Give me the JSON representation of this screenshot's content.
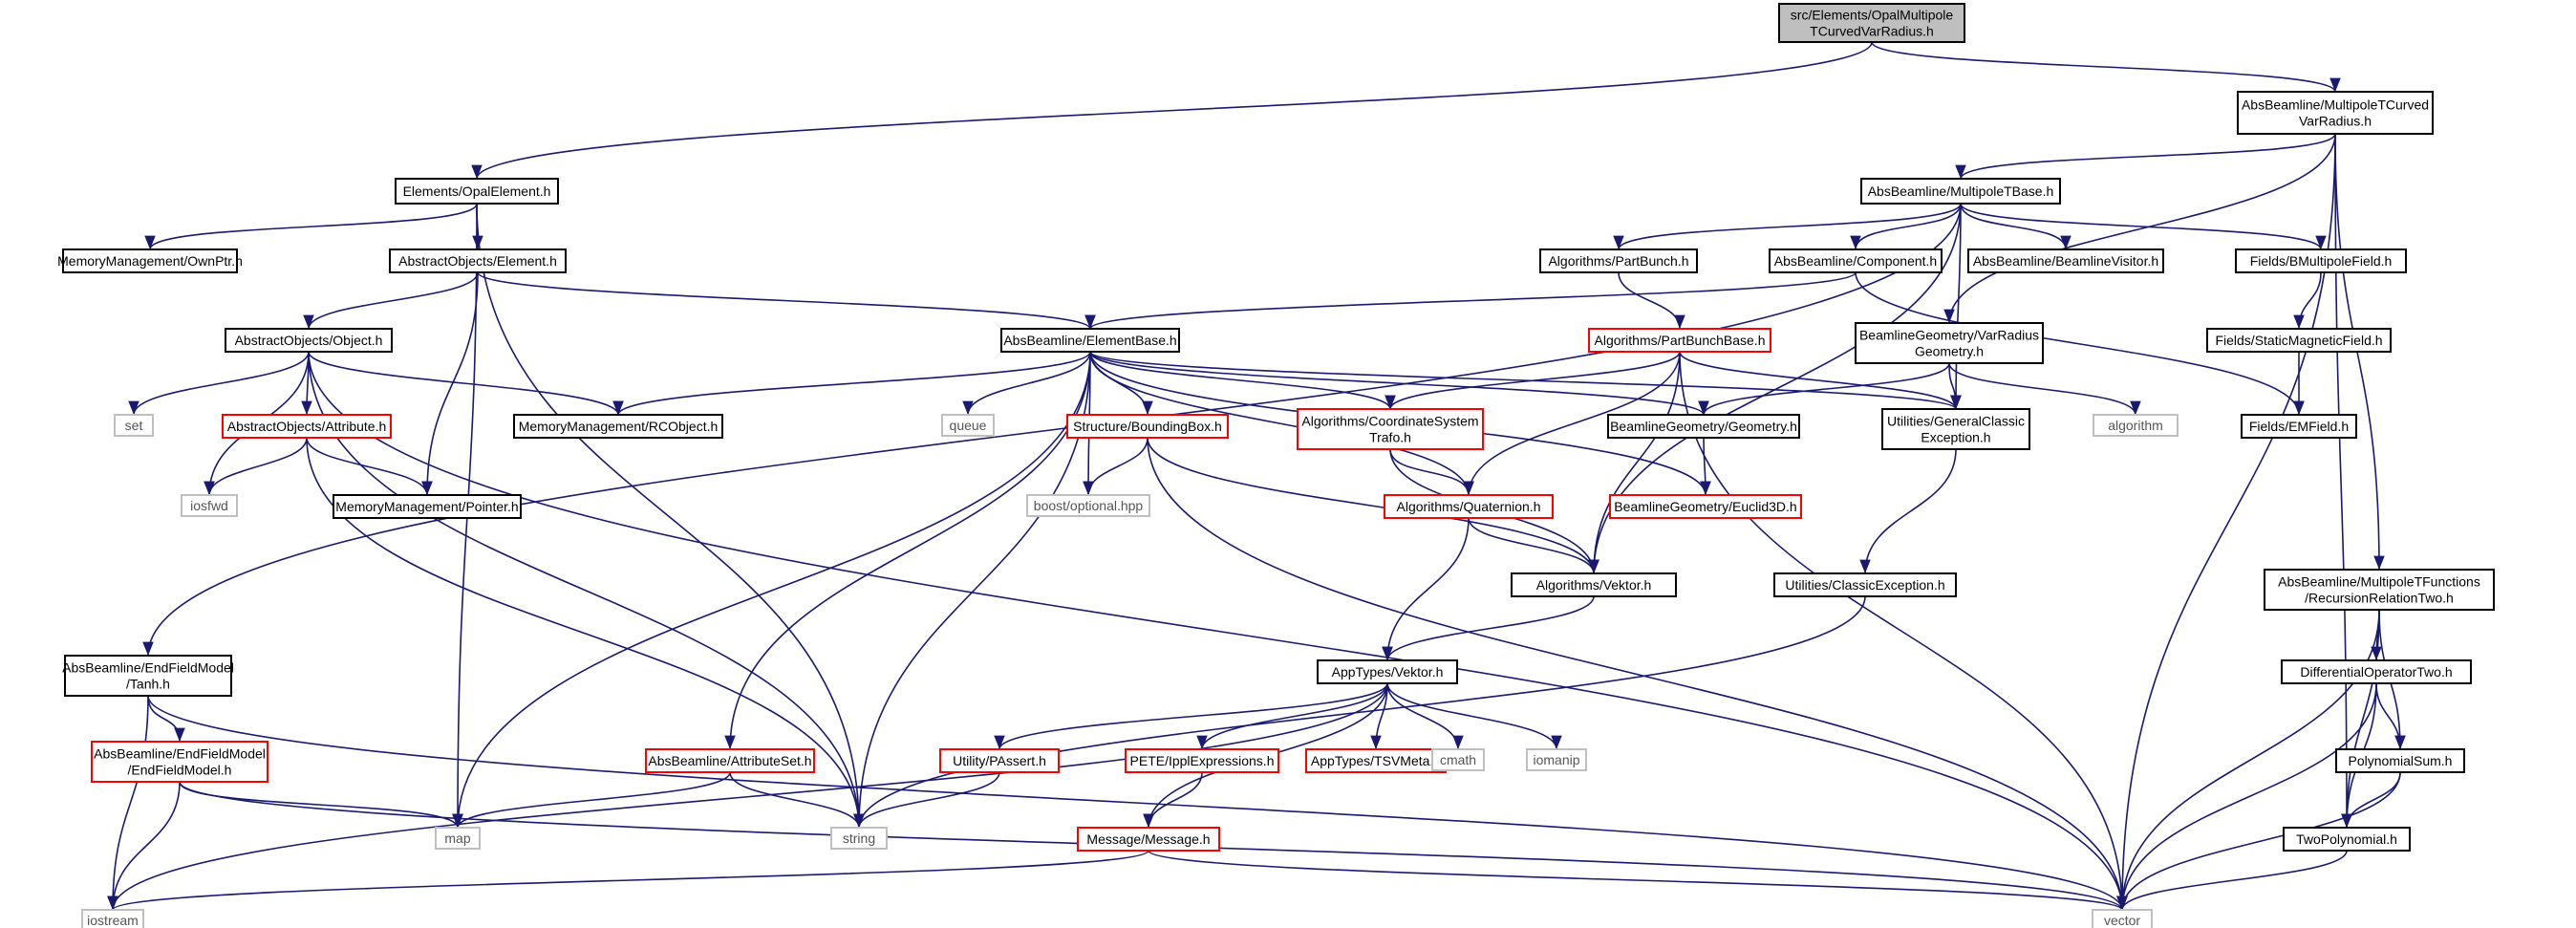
{
  "colors": {
    "edge": "#191970",
    "normal_border": "#000000",
    "truncated_border": "#ff0000",
    "system_border": "#bfbfbf",
    "root_fill": "#bfbfbf",
    "text": "#000000",
    "system_text": "#555555"
  },
  "nodes": {
    "root": {
      "lines": [
        "src/Elements/OpalMultipole",
        "TCurvedVarRadius.h"
      ],
      "kind": "root"
    },
    "mpcurved": {
      "lines": [
        "AbsBeamline/MultipoleTCurved",
        "VarRadius.h"
      ],
      "kind": "normal"
    },
    "opalelement": {
      "lines": [
        "Elements/OpalElement.h"
      ],
      "kind": "normal"
    },
    "mpbase": {
      "lines": [
        "AbsBeamline/MultipoleTBase.h"
      ],
      "kind": "normal"
    },
    "ownptr": {
      "lines": [
        "MemoryManagement/OwnPtr.h"
      ],
      "kind": "normal"
    },
    "element": {
      "lines": [
        "AbstractObjects/Element.h"
      ],
      "kind": "normal"
    },
    "partbunch": {
      "lines": [
        "Algorithms/PartBunch.h"
      ],
      "kind": "normal"
    },
    "component": {
      "lines": [
        "AbsBeamline/Component.h"
      ],
      "kind": "normal"
    },
    "beamlinevisitor": {
      "lines": [
        "AbsBeamline/BeamlineVisitor.h"
      ],
      "kind": "normal"
    },
    "bmultipole": {
      "lines": [
        "Fields/BMultipoleField.h"
      ],
      "kind": "normal"
    },
    "object": {
      "lines": [
        "AbstractObjects/Object.h"
      ],
      "kind": "normal"
    },
    "elementbase": {
      "lines": [
        "AbsBeamline/ElementBase.h"
      ],
      "kind": "normal"
    },
    "partbunchbase": {
      "lines": [
        "Algorithms/PartBunchBase.h"
      ],
      "kind": "truncated"
    },
    "varradiusgeom": {
      "lines": [
        "BeamlineGeometry/VarRadius",
        "Geometry.h"
      ],
      "kind": "normal"
    },
    "staticmag": {
      "lines": [
        "Fields/StaticMagneticField.h"
      ],
      "kind": "normal"
    },
    "set": {
      "lines": [
        "set"
      ],
      "kind": "system"
    },
    "attribute": {
      "lines": [
        "AbstractObjects/Attribute.h"
      ],
      "kind": "truncated"
    },
    "rcobject": {
      "lines": [
        "MemoryManagement/RCObject.h"
      ],
      "kind": "normal"
    },
    "queue": {
      "lines": [
        "queue"
      ],
      "kind": "system"
    },
    "boundingbox": {
      "lines": [
        "Structure/BoundingBox.h"
      ],
      "kind": "truncated"
    },
    "coordtrafo": {
      "lines": [
        "Algorithms/CoordinateSystem",
        "Trafo.h"
      ],
      "kind": "truncated"
    },
    "geometry": {
      "lines": [
        "BeamlineGeometry/Geometry.h"
      ],
      "kind": "normal"
    },
    "genclassicexc": {
      "lines": [
        "Utilities/GeneralClassic",
        "Exception.h"
      ],
      "kind": "normal"
    },
    "algorithm": {
      "lines": [
        "algorithm"
      ],
      "kind": "system"
    },
    "emfield": {
      "lines": [
        "Fields/EMField.h"
      ],
      "kind": "normal"
    },
    "iosfwd": {
      "lines": [
        "iosfwd"
      ],
      "kind": "system"
    },
    "pointer": {
      "lines": [
        "MemoryManagement/Pointer.h"
      ],
      "kind": "normal"
    },
    "boostopt": {
      "lines": [
        "boost/optional.hpp"
      ],
      "kind": "system"
    },
    "quaternion": {
      "lines": [
        "Algorithms/Quaternion.h"
      ],
      "kind": "truncated"
    },
    "euclid3d": {
      "lines": [
        "BeamlineGeometry/Euclid3D.h"
      ],
      "kind": "truncated"
    },
    "algvektor": {
      "lines": [
        "Algorithms/Vektor.h"
      ],
      "kind": "normal"
    },
    "classicexc": {
      "lines": [
        "Utilities/ClassicException.h"
      ],
      "kind": "normal"
    },
    "recursion": {
      "lines": [
        "AbsBeamline/MultipoleTFunctions",
        "/RecursionRelationTwo.h"
      ],
      "kind": "normal"
    },
    "tanh": {
      "lines": [
        "AbsBeamline/EndFieldModel",
        "/Tanh.h"
      ],
      "kind": "normal"
    },
    "apptypesvektor": {
      "lines": [
        "AppTypes/Vektor.h"
      ],
      "kind": "normal"
    },
    "diffop": {
      "lines": [
        "DifferentialOperatorTwo.h"
      ],
      "kind": "normal"
    },
    "endfieldmodel": {
      "lines": [
        "AbsBeamline/EndFieldModel",
        "/EndFieldModel.h"
      ],
      "kind": "truncated"
    },
    "attributeset": {
      "lines": [
        "AbsBeamline/AttributeSet.h"
      ],
      "kind": "truncated"
    },
    "passert": {
      "lines": [
        "Utility/PAssert.h"
      ],
      "kind": "truncated"
    },
    "ipplexpr": {
      "lines": [
        "PETE/IpplExpressions.h"
      ],
      "kind": "truncated"
    },
    "tsvmeta": {
      "lines": [
        "AppTypes/TSVMeta.h"
      ],
      "kind": "truncated"
    },
    "cmath": {
      "lines": [
        "cmath"
      ],
      "kind": "system"
    },
    "iomanip": {
      "lines": [
        "iomanip"
      ],
      "kind": "system"
    },
    "polysum": {
      "lines": [
        "PolynomialSum.h"
      ],
      "kind": "normal"
    },
    "map": {
      "lines": [
        "map"
      ],
      "kind": "system"
    },
    "string": {
      "lines": [
        "string"
      ],
      "kind": "system"
    },
    "message": {
      "lines": [
        "Message/Message.h"
      ],
      "kind": "truncated"
    },
    "twopoly": {
      "lines": [
        "TwoPolynomial.h"
      ],
      "kind": "normal"
    },
    "iostream": {
      "lines": [
        "iostream"
      ],
      "kind": "system"
    },
    "vector": {
      "lines": [
        "vector"
      ],
      "kind": "system"
    }
  },
  "edges": [
    [
      "root",
      "opalelement"
    ],
    [
      "root",
      "mpcurved"
    ],
    [
      "mpcurved",
      "mpbase"
    ],
    [
      "mpcurved",
      "varradiusgeom"
    ],
    [
      "mpcurved",
      "vector"
    ],
    [
      "mpcurved",
      "recursion"
    ],
    [
      "mpcurved",
      "twopoly"
    ],
    [
      "opalelement",
      "ownptr"
    ],
    [
      "opalelement",
      "element"
    ],
    [
      "opalelement",
      "string"
    ],
    [
      "opalelement",
      "map"
    ],
    [
      "mpbase",
      "partbunch"
    ],
    [
      "mpbase",
      "component"
    ],
    [
      "mpbase",
      "beamlinevisitor"
    ],
    [
      "mpbase",
      "bmultipole"
    ],
    [
      "mpbase",
      "algvektor"
    ],
    [
      "mpbase",
      "tanh"
    ],
    [
      "mpbase",
      "genclassicexc"
    ],
    [
      "element",
      "object"
    ],
    [
      "element",
      "elementbase"
    ],
    [
      "element",
      "pointer"
    ],
    [
      "partbunch",
      "partbunchbase"
    ],
    [
      "component",
      "elementbase"
    ],
    [
      "component",
      "emfield"
    ],
    [
      "bmultipole",
      "staticmag"
    ],
    [
      "staticmag",
      "emfield"
    ],
    [
      "object",
      "set"
    ],
    [
      "object",
      "attribute"
    ],
    [
      "object",
      "iosfwd"
    ],
    [
      "object",
      "rcobject"
    ],
    [
      "object",
      "string"
    ],
    [
      "object",
      "vector"
    ],
    [
      "elementbase",
      "rcobject"
    ],
    [
      "elementbase",
      "queue"
    ],
    [
      "elementbase",
      "boundingbox"
    ],
    [
      "elementbase",
      "coordtrafo"
    ],
    [
      "elementbase",
      "geometry"
    ],
    [
      "elementbase",
      "genclassicexc"
    ],
    [
      "elementbase",
      "euclid3d"
    ],
    [
      "elementbase",
      "quaternion"
    ],
    [
      "elementbase",
      "boostopt"
    ],
    [
      "elementbase",
      "attributeset"
    ],
    [
      "elementbase",
      "string"
    ],
    [
      "elementbase",
      "map"
    ],
    [
      "partbunchbase",
      "coordtrafo"
    ],
    [
      "partbunchbase",
      "quaternion"
    ],
    [
      "partbunchbase",
      "algvektor"
    ],
    [
      "partbunchbase",
      "genclassicexc"
    ],
    [
      "partbunchbase",
      "vector"
    ],
    [
      "varradiusgeom",
      "geometry"
    ],
    [
      "varradiusgeom",
      "genclassicexc"
    ],
    [
      "varradiusgeom",
      "algorithm"
    ],
    [
      "attribute",
      "iosfwd"
    ],
    [
      "attribute",
      "pointer"
    ],
    [
      "attribute",
      "string"
    ],
    [
      "boundingbox",
      "boostopt"
    ],
    [
      "boundingbox",
      "algvektor"
    ],
    [
      "boundingbox",
      "vector"
    ],
    [
      "coordtrafo",
      "quaternion"
    ],
    [
      "coordtrafo",
      "algvektor"
    ],
    [
      "geometry",
      "euclid3d"
    ],
    [
      "genclassicexc",
      "classicexc"
    ],
    [
      "classicexc",
      "string"
    ],
    [
      "quaternion",
      "algvektor"
    ],
    [
      "quaternion",
      "apptypesvektor"
    ],
    [
      "algvektor",
      "apptypesvektor"
    ],
    [
      "recursion",
      "diffop"
    ],
    [
      "recursion",
      "polysum"
    ],
    [
      "recursion",
      "twopoly"
    ],
    [
      "recursion",
      "vector"
    ],
    [
      "diffop",
      "polysum"
    ],
    [
      "diffop",
      "twopoly"
    ],
    [
      "diffop",
      "vector"
    ],
    [
      "polysum",
      "twopoly"
    ],
    [
      "polysum",
      "vector"
    ],
    [
      "twopoly",
      "vector"
    ],
    [
      "tanh",
      "endfieldmodel"
    ],
    [
      "tanh",
      "iostream"
    ],
    [
      "tanh",
      "vector"
    ],
    [
      "endfieldmodel",
      "map"
    ],
    [
      "endfieldmodel",
      "iostream"
    ],
    [
      "endfieldmodel",
      "vector"
    ],
    [
      "apptypesvektor",
      "passert"
    ],
    [
      "apptypesvektor",
      "ipplexpr"
    ],
    [
      "apptypesvektor",
      "tsvmeta"
    ],
    [
      "apptypesvektor",
      "cmath"
    ],
    [
      "apptypesvektor",
      "iomanip"
    ],
    [
      "apptypesvektor",
      "iostream"
    ],
    [
      "apptypesvektor",
      "message"
    ],
    [
      "attributeset",
      "map"
    ],
    [
      "attributeset",
      "string"
    ],
    [
      "passert",
      "string"
    ],
    [
      "ipplexpr",
      "message"
    ],
    [
      "message",
      "iostream"
    ],
    [
      "message",
      "vector"
    ]
  ]
}
